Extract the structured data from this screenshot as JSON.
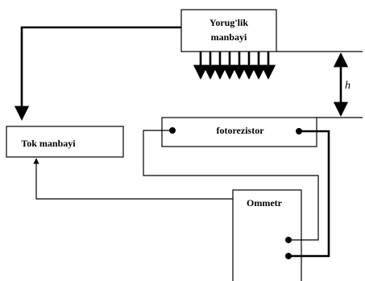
{
  "blocks": {
    "light_source": {
      "line1": "Yorug'lik",
      "line2": "manbayi"
    },
    "current_source": {
      "label": "Tok manbayi"
    },
    "photoresistor": {
      "label": "fotorezistor"
    },
    "ohmmeter": {
      "label": "Ommetr"
    }
  },
  "distance_label": "h"
}
